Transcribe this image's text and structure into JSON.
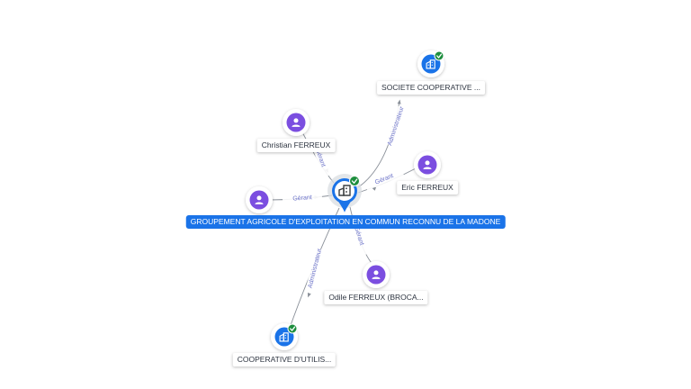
{
  "colors": {
    "edge": "#8a9099",
    "person": "#7b4ee0",
    "company": "#1a73e8",
    "check": "#1e8e3e",
    "label_text": "#6b72c8"
  },
  "center": {
    "label": "GROUPEMENT AGRICOLE D'EXPLOITATION EN COMMUN RECONNU DE LA MADONE",
    "icon": "building-icon",
    "verified": true
  },
  "nodes": [
    {
      "id": "societe",
      "label": "SOCIETE COOPERATIVE ...",
      "type": "company",
      "icon": "building-icon",
      "verified": true
    },
    {
      "id": "christian",
      "label": "Christian FERREUX",
      "type": "person",
      "icon": "person-icon"
    },
    {
      "id": "eric",
      "label": "Eric FERREUX",
      "type": "person",
      "icon": "person-icon"
    },
    {
      "id": "unnamed",
      "label": "",
      "type": "person",
      "icon": "person-icon"
    },
    {
      "id": "odile",
      "label": "Odile FERREUX (BROCA...",
      "type": "person",
      "icon": "person-icon"
    },
    {
      "id": "cooperative",
      "label": "COOPERATIVE D'UTILIS...",
      "type": "company",
      "icon": "building-icon",
      "verified": true
    }
  ],
  "edges": [
    {
      "to": "societe",
      "label": "Administrateur"
    },
    {
      "to": "christian",
      "label": "Gérant"
    },
    {
      "to": "eric",
      "label": "Gérant"
    },
    {
      "to": "unnamed",
      "label": "Gérant"
    },
    {
      "to": "odile",
      "label": "Gérant"
    },
    {
      "to": "cooperative",
      "label": "Administrateur"
    }
  ]
}
